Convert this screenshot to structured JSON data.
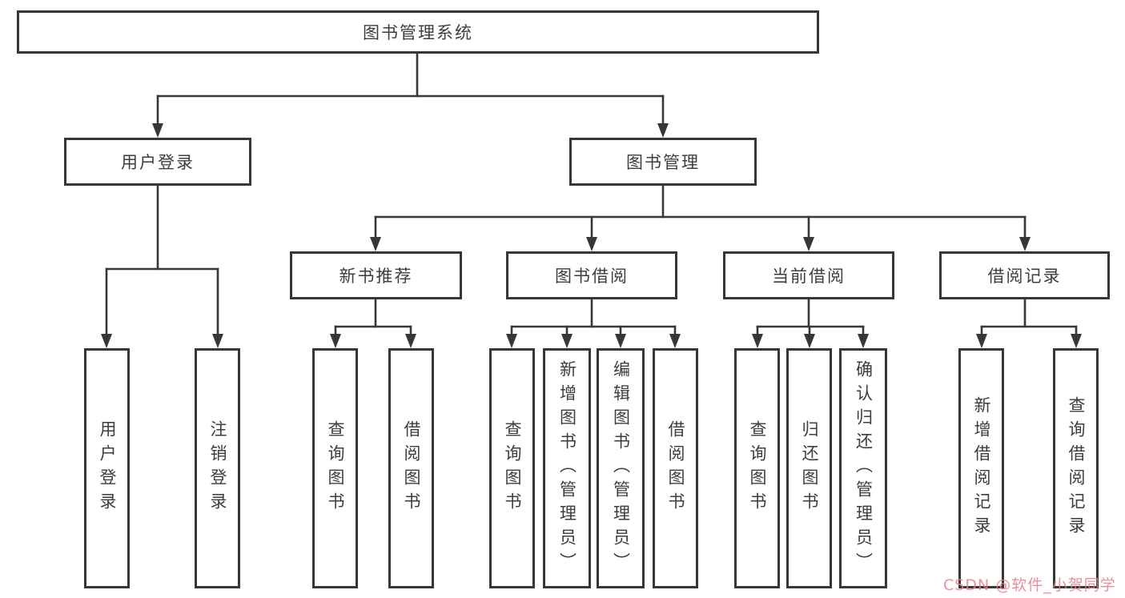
{
  "diagram": {
    "type": "hierarchy-tree",
    "colors": {
      "line": "#373737",
      "box_border": "#373737",
      "box_background": "#ffffff",
      "text": "#3d3d3d",
      "watermark": "#e67d87"
    },
    "tree": {
      "label": "图书管理系统",
      "children": [
        {
          "label": "用户登录",
          "children": [
            {
              "label": "用户登录"
            },
            {
              "label": "注销登录"
            }
          ]
        },
        {
          "label": "图书管理",
          "children": [
            {
              "label": "新书推荐",
              "children": [
                {
                  "label": "查询图书"
                },
                {
                  "label": "借阅图书"
                }
              ]
            },
            {
              "label": "图书借阅",
              "children": [
                {
                  "label": "查询图书"
                },
                {
                  "label": "新增图书（管理员）"
                },
                {
                  "label": "编辑图书（管理员）"
                },
                {
                  "label": "借阅图书"
                }
              ]
            },
            {
              "label": "当前借阅",
              "children": [
                {
                  "label": "查询图书"
                },
                {
                  "label": "归还图书"
                },
                {
                  "label": "确认归还（管理员）"
                }
              ]
            },
            {
              "label": "借阅记录",
              "children": [
                {
                  "label": "新增借阅记录"
                },
                {
                  "label": "查询借阅记录"
                }
              ]
            }
          ]
        }
      ]
    },
    "watermark": {
      "text": "CSDN @软件_小贺同学"
    }
  }
}
